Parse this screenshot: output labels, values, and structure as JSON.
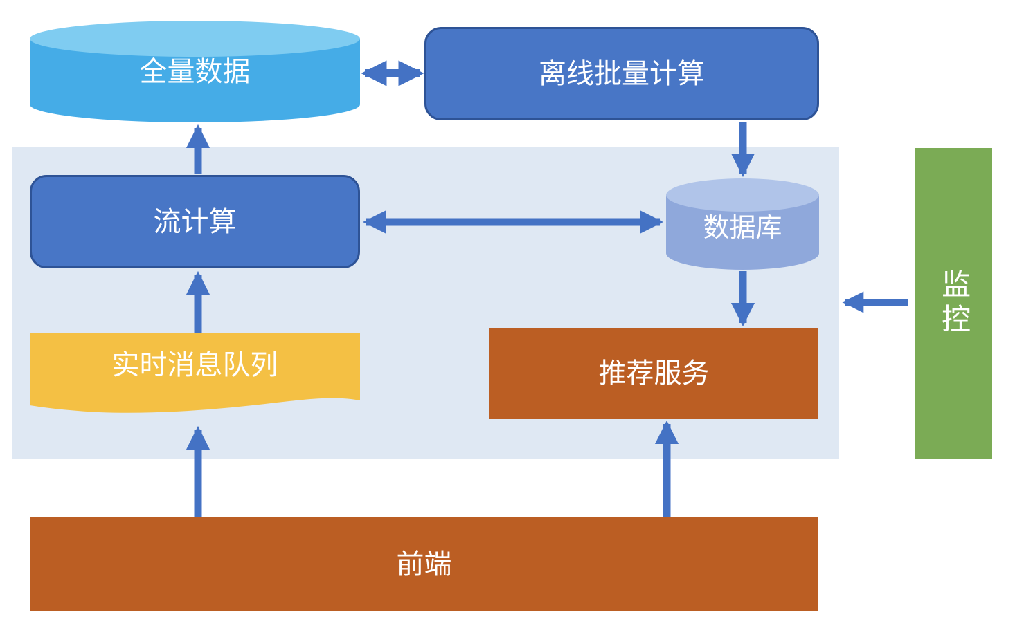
{
  "diagram": {
    "type": "architecture-flow",
    "panel_name": "realtime-pipeline-panel"
  },
  "nodes": {
    "full_data": {
      "label": "全量数据",
      "shape": "cylinder",
      "color": "#45ACE7"
    },
    "offline_batch": {
      "label": "离线批量计算",
      "shape": "rounded-rect",
      "color": "#4876C6"
    },
    "stream_compute": {
      "label": "流计算",
      "shape": "rounded-rect",
      "color": "#4876C6"
    },
    "database": {
      "label": "数据库",
      "shape": "cylinder",
      "color": "#8FA8DB"
    },
    "realtime_mq": {
      "label": "实时消息队列",
      "shape": "document-wave",
      "color": "#F4C044"
    },
    "rec_service": {
      "label": "推荐服务",
      "shape": "rect",
      "color": "#BB5E23"
    },
    "frontend": {
      "label": "前端",
      "shape": "rect",
      "color": "#BB5E23"
    },
    "monitor": {
      "label": "监控",
      "shape": "rect",
      "color": "#7BAB55"
    }
  },
  "edges": [
    {
      "from": "full_data",
      "to": "offline_batch",
      "bidirectional": true
    },
    {
      "from": "offline_batch",
      "to": "database",
      "bidirectional": false
    },
    {
      "from": "stream_compute",
      "to": "full_data",
      "bidirectional": false
    },
    {
      "from": "stream_compute",
      "to": "database",
      "bidirectional": true
    },
    {
      "from": "realtime_mq",
      "to": "stream_compute",
      "bidirectional": false
    },
    {
      "from": "database",
      "to": "rec_service",
      "bidirectional": false
    },
    {
      "from": "frontend",
      "to": "realtime_mq",
      "bidirectional": false
    },
    {
      "from": "frontend",
      "to": "rec_service",
      "bidirectional": false
    },
    {
      "from": "monitor",
      "to": "pipeline_panel",
      "bidirectional": false
    }
  ],
  "colors": {
    "arrow": "#4472C4",
    "panel_bg": "#DFE8F3",
    "blue_box": "#4876C6",
    "blue_box_border": "#2E5396",
    "cyan_cylinder_body": "#45ACE7",
    "cyan_cylinder_top": "#7FCCF1",
    "periwinkle_cylinder_body": "#8FA8DB",
    "periwinkle_cylinder_top": "#B0C4E9",
    "yellow_document": "#F4C044",
    "orange_rect": "#BB5E23",
    "green_bar": "#7BAB55",
    "text": "#FFFFFF"
  }
}
